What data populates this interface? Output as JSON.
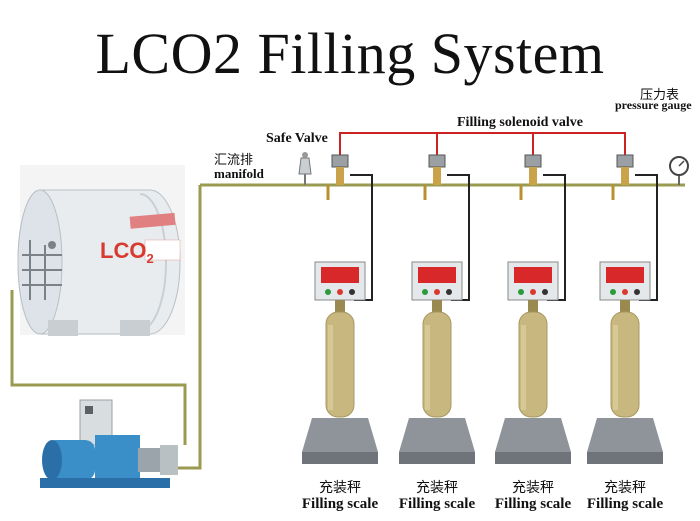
{
  "title": "LCO2 Filling System",
  "labels": {
    "pressure_gauge_cn": "压力表",
    "pressure_gauge_en": "pressure gauge",
    "solenoid_valve": "Filling solenoid valve",
    "safe_valve": "Safe Valve",
    "manifold_cn": "汇流排",
    "manifold_en": "manifold"
  },
  "tank": {
    "brand": "LCO",
    "brand_sub": "2"
  },
  "stations": [
    {
      "scale_cn": "充装秤",
      "scale_en": "Filling scale"
    },
    {
      "scale_cn": "充装秤",
      "scale_en": "Filling scale"
    },
    {
      "scale_cn": "充装秤",
      "scale_en": "Filling scale"
    },
    {
      "scale_cn": "充装秤",
      "scale_en": "Filling scale"
    }
  ],
  "colors": {
    "pipe": "#9a9a50",
    "signal_line": "#cc2222",
    "cylinder": "#c8b880",
    "tank": "#e8ecef",
    "pump": "#3a8fc9"
  }
}
